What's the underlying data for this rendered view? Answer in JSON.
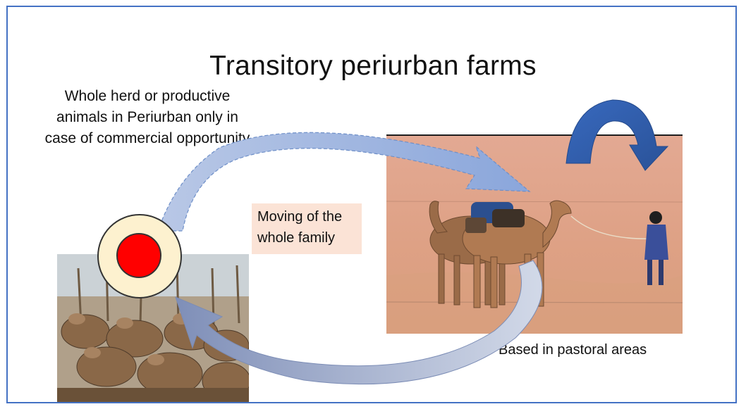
{
  "slide": {
    "title": "Transitory periurban farms",
    "left_note": "Whole herd or productive animals in Periurban only in case of commercial opportunity",
    "center_label": "Moving of the whole family",
    "right_caption": "Based in pastoral areas"
  },
  "images": {
    "desert": "camels-and-herder-in-desert-photo",
    "market": "camel-market-photo"
  },
  "colors": {
    "border": "#4472c4",
    "upper_arrow": "#9fb4dc",
    "lower_arrow": "#8ea0c6",
    "curved_arrow": "#2f5eab",
    "circle_outer": "#fdf1cf",
    "circle_inner": "#ff0000",
    "label_bg": "#fbe3d6"
  }
}
